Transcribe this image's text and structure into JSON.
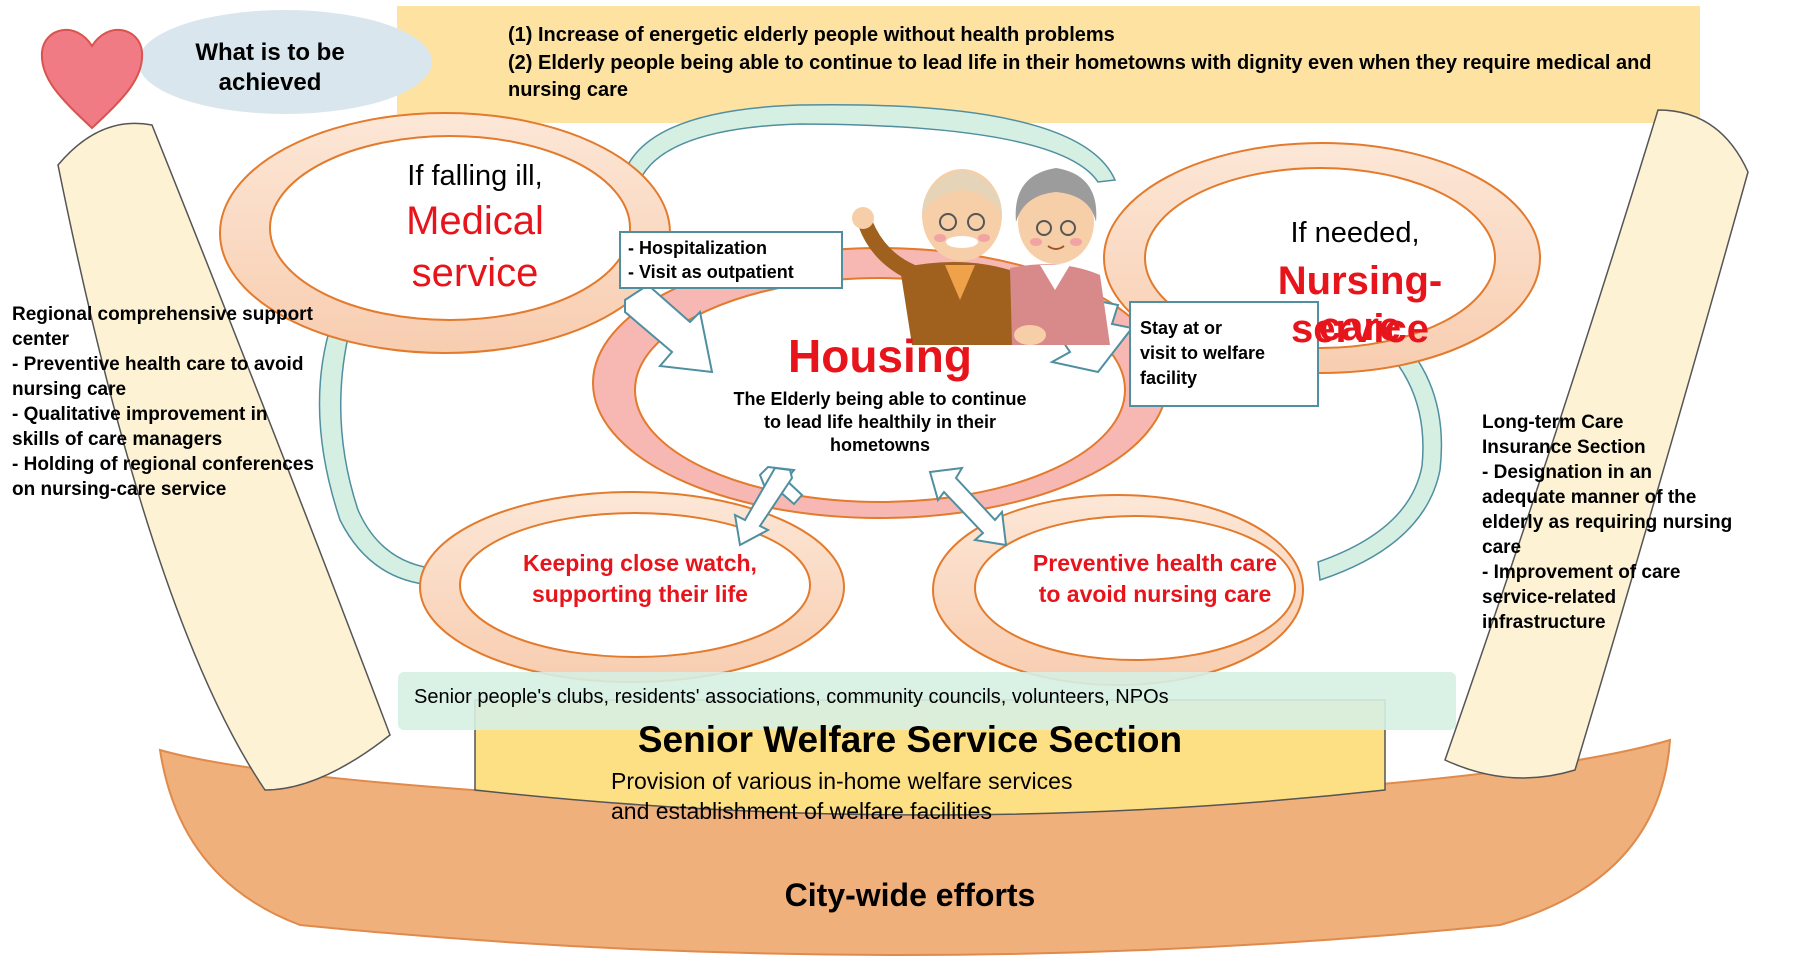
{
  "goal": {
    "badge_label": "What is to be achieved",
    "line1": "(1) Increase of energetic elderly people without health problems",
    "line2": "(2) Elderly people being able to continue to lead life in their hometowns with dignity even when they require medical and nursing care"
  },
  "medical": {
    "prefix": "If falling ill,",
    "title_line1": "Medical",
    "title_line2": "service",
    "arrow_label": "- Hospitalization\n- Visit as outpatient"
  },
  "nursing": {
    "prefix": "If needed,",
    "title_line1": "Nursing-care",
    "title_line2": "service",
    "arrow_label": "Stay at or\nvisit to welfare\nfacility"
  },
  "housing": {
    "title": "Housing",
    "description": "The Elderly being able to continue\nto lead life healthily in their\nhometowns"
  },
  "watch": {
    "label": "Keeping close watch,\nsupporting their life"
  },
  "preventive": {
    "label": "Preventive health care\nto avoid nursing care"
  },
  "left_panel": {
    "title": "Regional comprehensive support\ncenter",
    "items": [
      "- Preventive health care to avoid\nnursing care",
      "- Qualitative improvement in\nskills of care managers",
      "- Holding of regional conferences\non nursing-care service"
    ]
  },
  "right_panel": {
    "title": "Long-term Care\nInsurance Section",
    "items": [
      "- Designation in an\nadequate manner of the\nelderly as requiring nursing\ncare",
      " - Improvement of care\nservice-related\ninfrastructure"
    ]
  },
  "community": {
    "label": "Senior people's clubs, residents' associations, community councils, volunteers, NPOs"
  },
  "senior_section": {
    "title": "Senior Welfare Service Section",
    "description": "Provision of various in-home welfare services\nand establishment of welfare facilities"
  },
  "city": {
    "label": "City-wide efforts"
  },
  "colors": {
    "accent_red": "#e8141b",
    "ring_orange": "#e37a2c",
    "goal_band": "#fde2a2",
    "badge_blue": "#d9e6ee",
    "panel_cream": "#fdf2d4",
    "base_orange": "#f0b07b",
    "community_band": "#d6efe3",
    "arrow_teal": "#4f8fa0"
  }
}
